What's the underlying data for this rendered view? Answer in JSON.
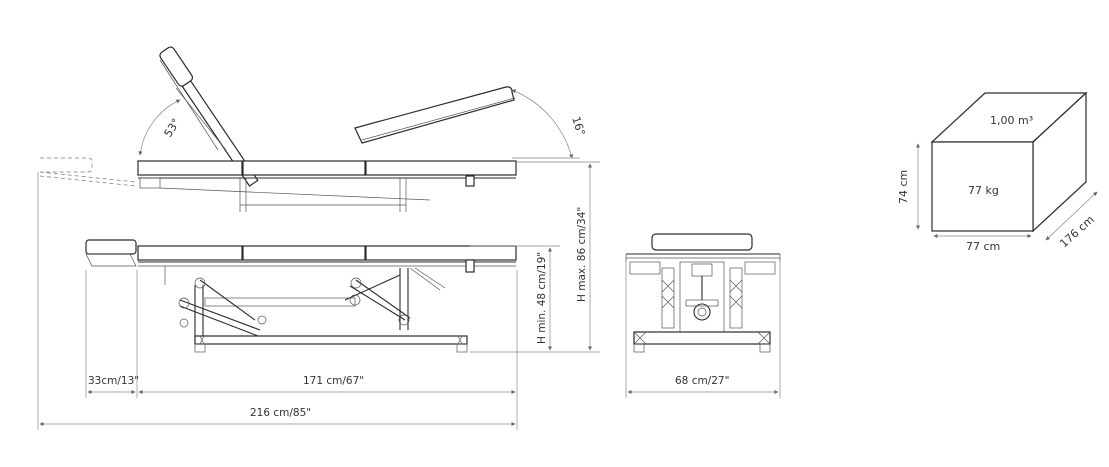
{
  "labels": {
    "angle_headrest": "53°",
    "angle_backrest": "16°",
    "height_min": "H min. 48 cm/19\"",
    "height_max": "H max. 86 cm/34\"",
    "dim_headrest": "33cm/13\"",
    "dim_body": "171 cm/67\"",
    "dim_total": "216 cm/85\"",
    "dim_width": "68 cm/27\""
  },
  "package": {
    "volume": "1,00 m³",
    "weight": "77 kg",
    "height": "74 cm",
    "width": "77 cm",
    "depth": "176 cm"
  }
}
